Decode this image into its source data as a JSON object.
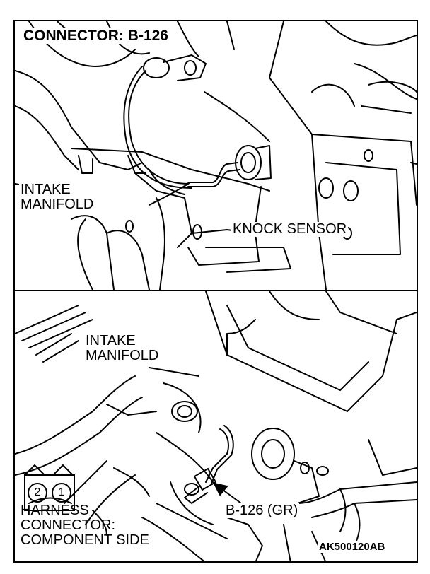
{
  "top_panel": {
    "title": "CONNECTOR: B-126",
    "labels": {
      "intake_manifold": "INTAKE\nMANIFOLD",
      "knock_sensor": "KNOCK SENSOR"
    }
  },
  "bottom_panel": {
    "labels": {
      "intake_manifold": "INTAKE\nMANIFOLD",
      "connector": "B-126 (GR)",
      "harness_connector": "HARNESS\nCONNECTOR:\nCOMPONENT SIDE"
    },
    "pins": [
      "2",
      "1"
    ],
    "figure_code": "AK500120AB"
  }
}
